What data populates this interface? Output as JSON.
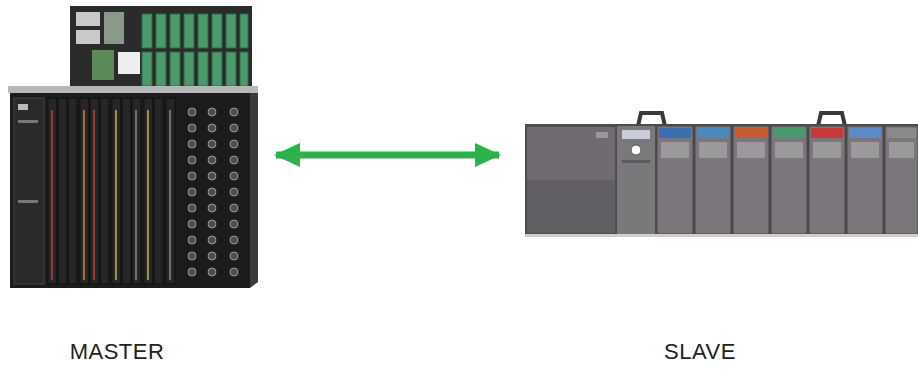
{
  "diagram": {
    "nodes": [
      {
        "text": [
          "MASTER"
        ]
      },
      {
        "text": [
          "SLAVE"
        ]
      }
    ],
    "edges": [
      {
        "from": 0,
        "to": 1,
        "arrow": "both"
      }
    ]
  }
}
